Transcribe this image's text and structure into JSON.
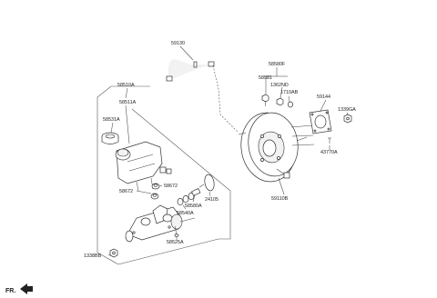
{
  "labels": {
    "hose": "59130",
    "bracket_kit": "58580F",
    "gasket": "59144",
    "bracket_bolt": "58581",
    "clevis": "1362ND",
    "retainer": "1710AB",
    "nut": "1339GA",
    "master_cylinder_assy": "58510A",
    "reservoir_assy": "58511A",
    "reservoir_cap": "58531A",
    "grommet": "58672",
    "grommet_2": "58672",
    "switch": "58580A",
    "pin": "43770A",
    "o_ring": "24105",
    "booster": "59110B",
    "seal": "58540A",
    "piston_kit": "58525A",
    "mount_bolt": "1338BB",
    "direction": "FR."
  }
}
